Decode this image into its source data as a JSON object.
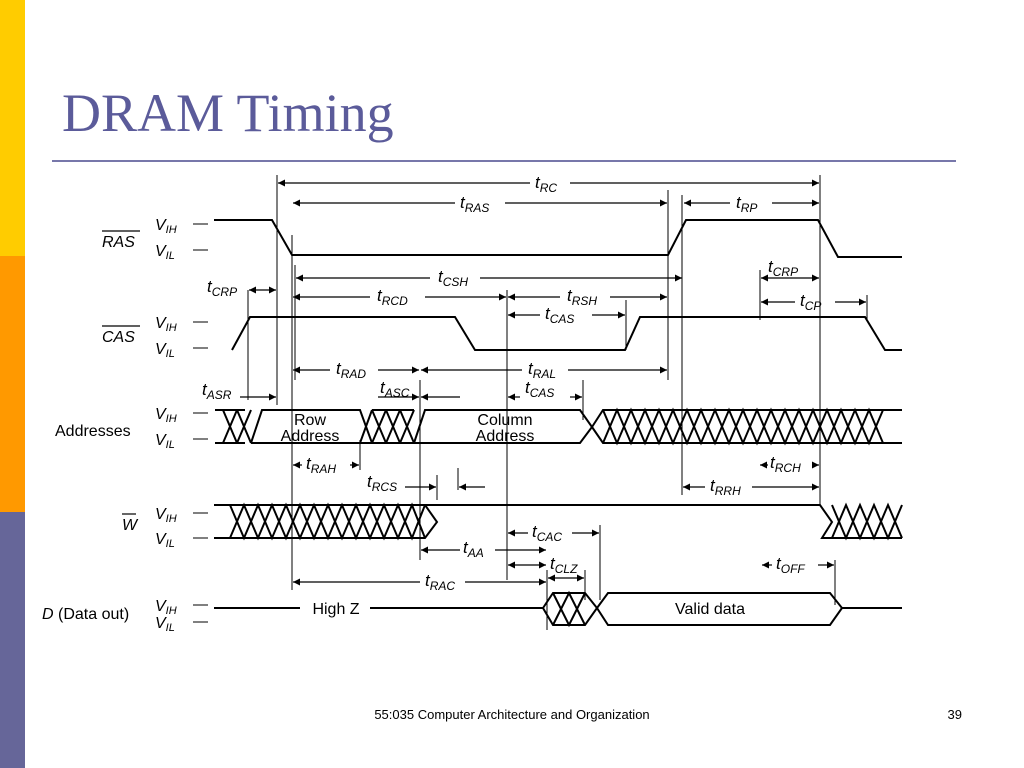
{
  "slide": {
    "title": "DRAM Timing",
    "footer": "55:035 Computer Architecture and Organization",
    "page_number": "39"
  },
  "colors": {
    "stripe_top": "#FFCC00",
    "stripe_mid": "#FF9900",
    "stripe_bottom": "#666699",
    "title": "#5B5B9A"
  },
  "signals": {
    "ras": "RAS",
    "cas": "CAS",
    "addresses": "Addresses",
    "w": "W",
    "d_italic": "D",
    "d_rest": " (Data out)"
  },
  "levels": {
    "v": "V",
    "ih": "IH",
    "il": "IL"
  },
  "bus_labels": {
    "row_1": "Row",
    "row_2": "Address",
    "col_1": "Column",
    "col_2": "Address",
    "high_z": "High Z",
    "valid": "Valid data"
  },
  "timing": [
    {
      "id": "rc",
      "t": "t",
      "sub": "RC"
    },
    {
      "id": "ras",
      "t": "t",
      "sub": "RAS"
    },
    {
      "id": "rp",
      "t": "t",
      "sub": "RP"
    },
    {
      "id": "crp1",
      "t": "t",
      "sub": "CRP"
    },
    {
      "id": "csh",
      "t": "t",
      "sub": "CSH"
    },
    {
      "id": "crp2",
      "t": "t",
      "sub": "CRP"
    },
    {
      "id": "rcd",
      "t": "t",
      "sub": "RCD"
    },
    {
      "id": "rsh",
      "t": "t",
      "sub": "RSH"
    },
    {
      "id": "cp",
      "t": "t",
      "sub": "CP"
    },
    {
      "id": "cas1",
      "t": "t",
      "sub": "CAS"
    },
    {
      "id": "rad",
      "t": "t",
      "sub": "RAD"
    },
    {
      "id": "ral",
      "t": "t",
      "sub": "RAL"
    },
    {
      "id": "asr",
      "t": "t",
      "sub": "ASR"
    },
    {
      "id": "asc",
      "t": "t",
      "sub": "ASC"
    },
    {
      "id": "cas2",
      "t": "t",
      "sub": "CAS"
    },
    {
      "id": "rah",
      "t": "t",
      "sub": "RAH"
    },
    {
      "id": "rcs",
      "t": "t",
      "sub": "RCS"
    },
    {
      "id": "rch",
      "t": "t",
      "sub": "RCH"
    },
    {
      "id": "rrh",
      "t": "t",
      "sub": "RRH"
    },
    {
      "id": "cac",
      "t": "t",
      "sub": "CAC"
    },
    {
      "id": "aa",
      "t": "t",
      "sub": "AA"
    },
    {
      "id": "clz",
      "t": "t",
      "sub": "CLZ"
    },
    {
      "id": "off",
      "t": "t",
      "sub": "OFF"
    },
    {
      "id": "rac",
      "t": "t",
      "sub": "RAC"
    }
  ]
}
